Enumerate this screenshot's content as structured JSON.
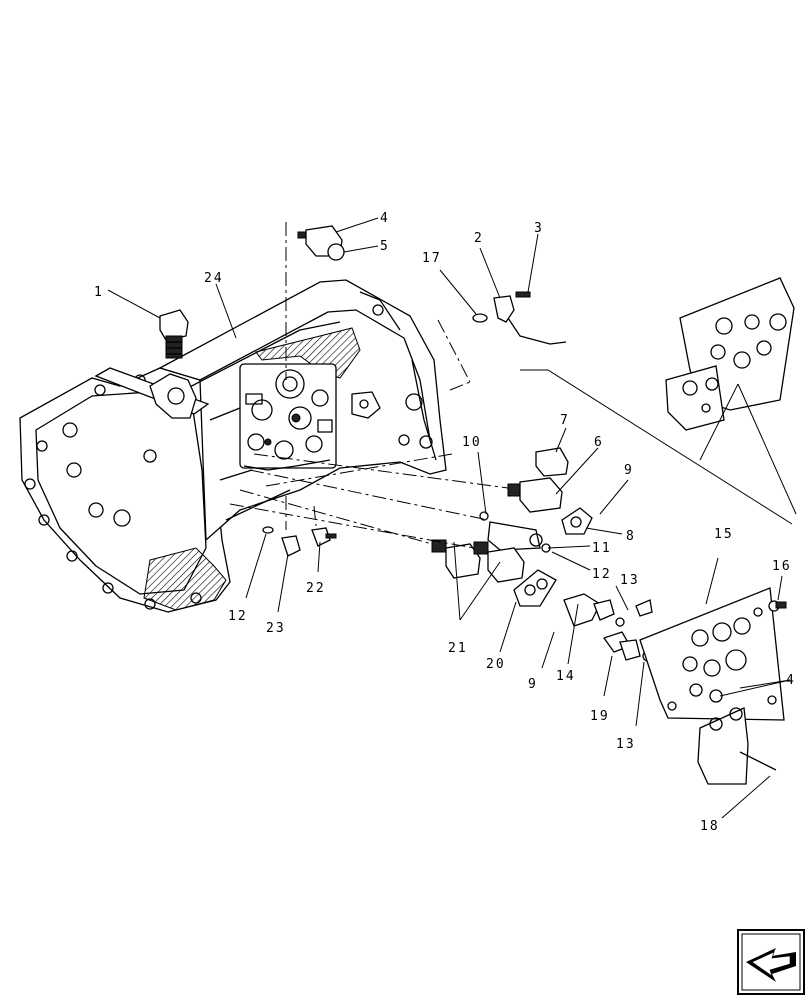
{
  "callouts": {
    "c1": "1",
    "c2": "2",
    "c3": "3",
    "c4a": "4",
    "c4b": "4",
    "c5": "5",
    "c6": "6",
    "c7": "7",
    "c8": "8",
    "c9a": "9",
    "c9b": "9",
    "c10": "10",
    "c11": "11",
    "c12a": "12",
    "c12b": "12",
    "c13a": "13",
    "c13b": "13",
    "c14": "14",
    "c15": "15",
    "c16": "16",
    "c17": "17",
    "c18": "18",
    "c19": "19",
    "c20": "20",
    "c21": "21",
    "c22": "22",
    "c23": "23",
    "c24": "24"
  },
  "icons": {
    "corner": "navigation-arrow-icon"
  }
}
